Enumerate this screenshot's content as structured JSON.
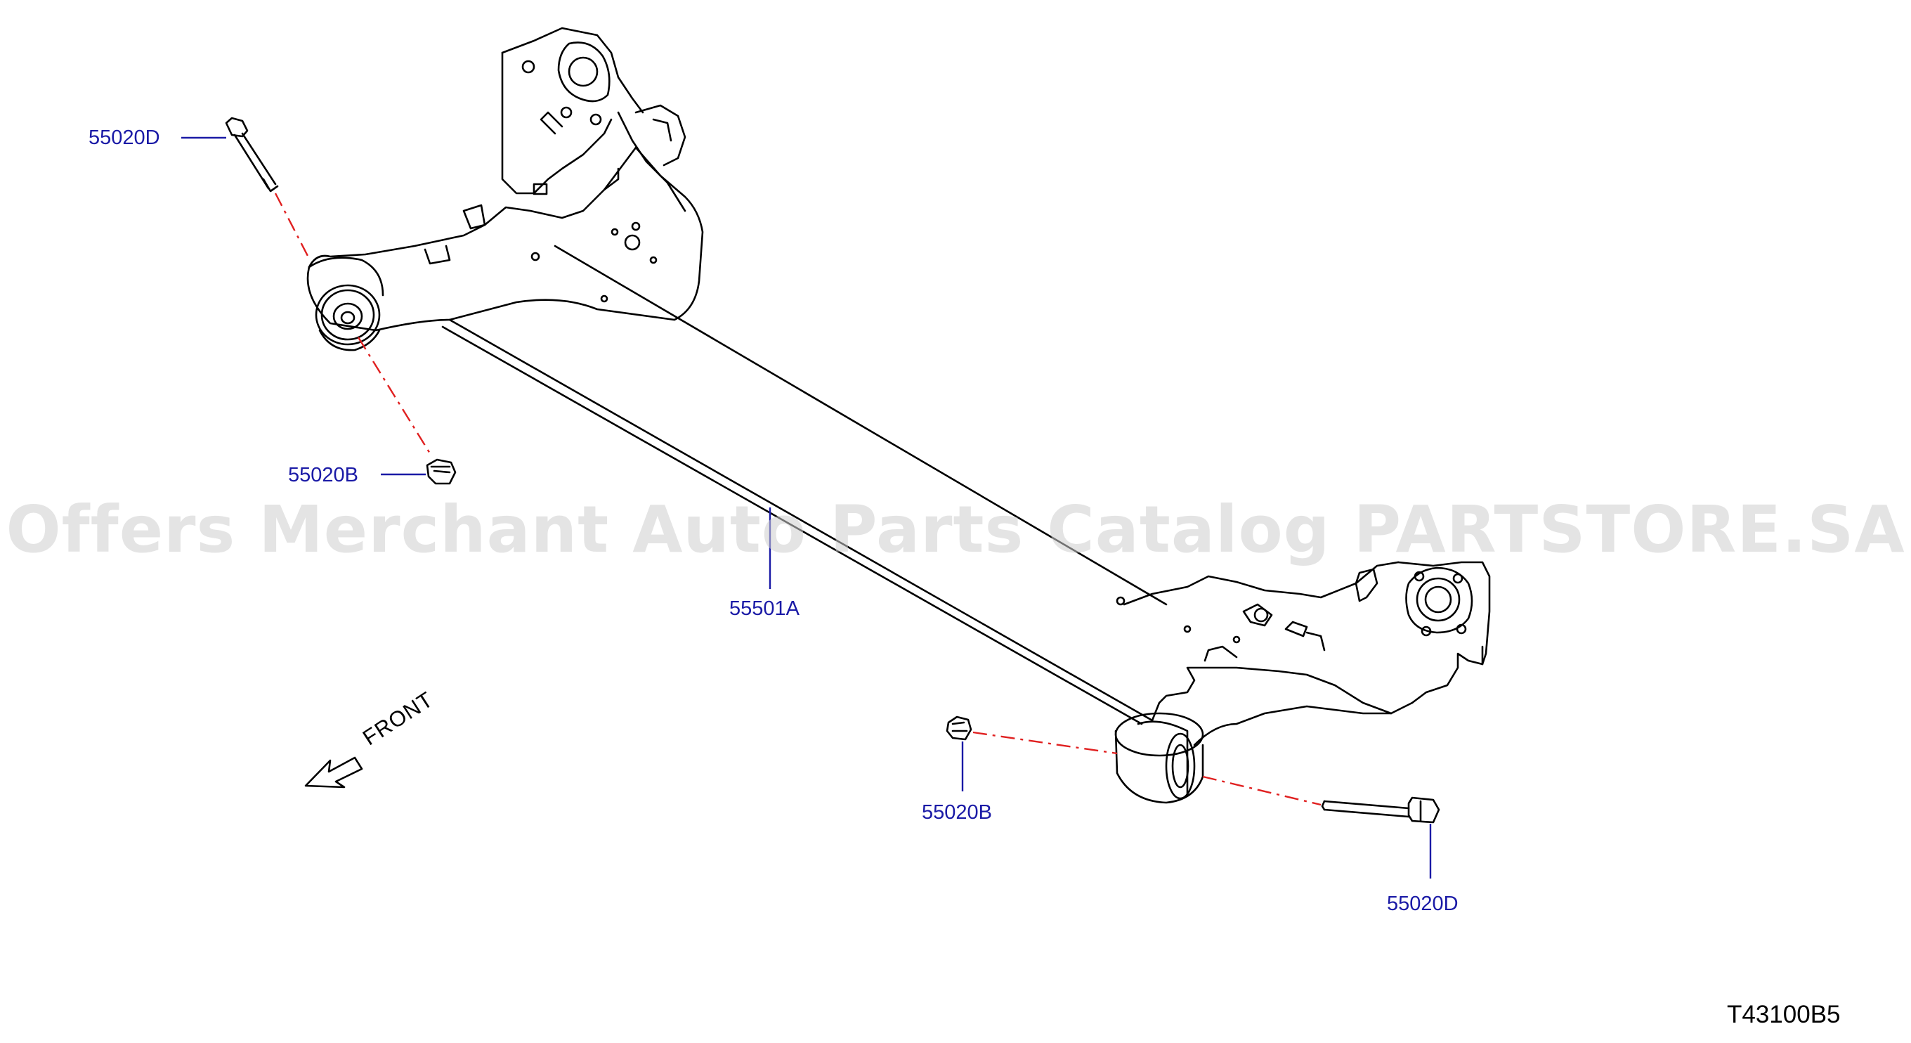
{
  "diagram": {
    "colors": {
      "line": "#000000",
      "callout": "#1a1aa6",
      "label": "#1a1aa6",
      "centerline": "#e02020",
      "watermark": "#cfcfcf"
    },
    "watermark": "Offers Merchant Auto Parts Catalog PARTSTORE.SA",
    "drawing_code": "T43100B5",
    "direction_label": "FRONT",
    "callouts": [
      {
        "id": "bolt-top-left",
        "label": "55020D"
      },
      {
        "id": "nut-top-left",
        "label": "55020B"
      },
      {
        "id": "beam",
        "label": "55501A"
      },
      {
        "id": "nut-bottom-right",
        "label": "55020B"
      },
      {
        "id": "bolt-bottom-right",
        "label": "55020D"
      }
    ]
  }
}
